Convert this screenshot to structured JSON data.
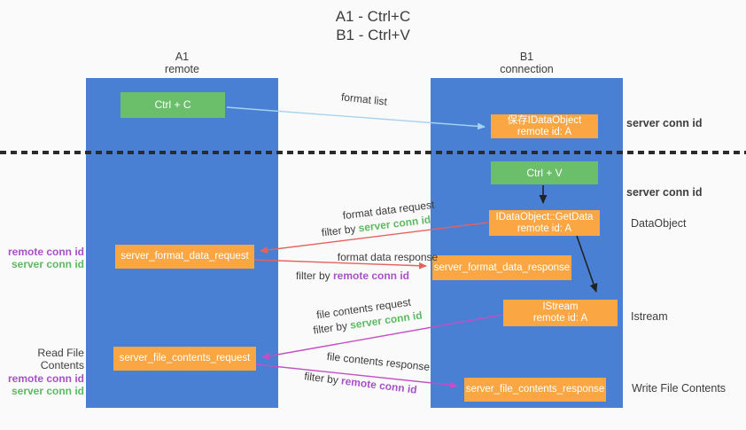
{
  "title": {
    "line1": "A1 - Ctrl+C",
    "line2": "B1 - Ctrl+V"
  },
  "lanes": {
    "left": {
      "id": "A1",
      "name": "remote"
    },
    "right": {
      "id": "B1",
      "name": "connection"
    }
  },
  "nodes": {
    "ctrl_c": {
      "label": "Ctrl + C"
    },
    "ctrl_v": {
      "label": "Ctrl + V"
    },
    "save_dataobject": {
      "line1": "保存IDataObject",
      "line2": "remote id: A"
    },
    "getdata": {
      "line1": "IDataObject::GetData",
      "line2": "remote id: A"
    },
    "istream": {
      "line1": "IStream",
      "line2": "remote id: A"
    },
    "format_request": {
      "label": "server_format_data_request"
    },
    "format_response": {
      "label": "server_format_data_response"
    },
    "file_request": {
      "label": "server_file_contents_request"
    },
    "file_response": {
      "label": "server_file_contents_response"
    }
  },
  "arrow_labels": {
    "format_list": "format list",
    "format_data_request": "format data request",
    "format_data_response": "format data response",
    "file_contents_request": "file contents request",
    "file_contents_response": "file contents response",
    "filter_by": "filter by",
    "server_conn_id": "server conn id",
    "remote_conn_id": "remote conn id"
  },
  "side_labels": {
    "right_top_server_conn_id": "server conn id",
    "right_mid_server_conn_id": "server conn id",
    "dataobject": "DataObject",
    "istream": "Istream",
    "write_file_contents": "Write File Contents",
    "left_remote_conn_id": "remote conn id",
    "left_server_conn_id": "server conn id",
    "read_file_contents": "Read File Contents",
    "left2_remote_conn_id": "remote conn id",
    "left2_server_conn_id": "server conn id"
  },
  "colors": {
    "lane_blue": "#4a80d3",
    "node_green": "#6cbf6a",
    "node_orange": "#f9a643",
    "text_green": "#5dba63",
    "text_purple": "#a850c8",
    "arrow_red": "#e5635e",
    "arrow_magenta": "#c44fc4",
    "arrow_blue": "#a5d3f0",
    "arrow_black": "#222222",
    "text_dark": "#3d3d3d",
    "background": "#fafafa"
  }
}
